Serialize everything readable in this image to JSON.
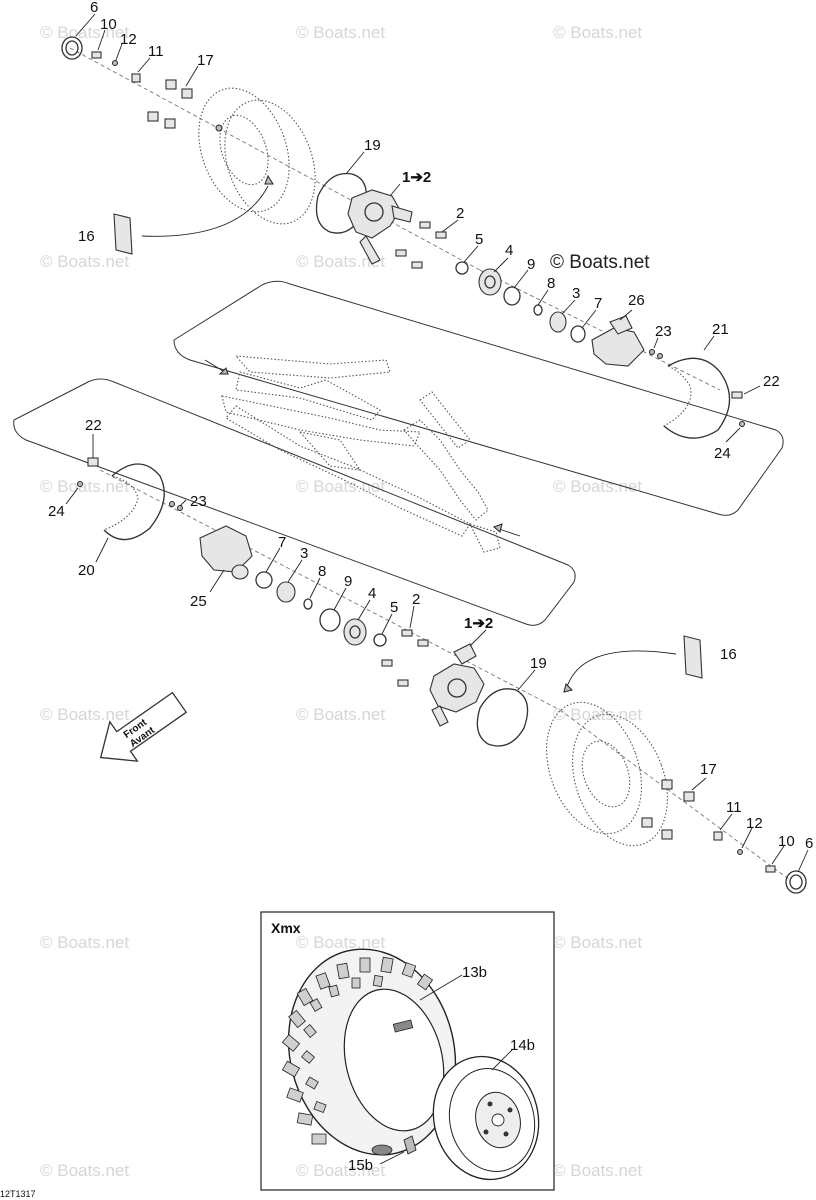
{
  "watermark": "© Boats.net",
  "watermark_main": "© Boats.net",
  "figure_code": "12T1317",
  "direction_arrow": {
    "line1": "Front",
    "line2": "Avant"
  },
  "inset": {
    "title": "Xmx"
  },
  "callouts": {
    "upper": {
      "c6": "6",
      "c10": "10",
      "c12": "12",
      "c11": "11",
      "c17": "17",
      "c19": "19",
      "c1_2": "1➔2",
      "c16": "16",
      "c2": "2",
      "c5": "5",
      "c4": "4",
      "c9": "9",
      "c8": "8",
      "c3": "3",
      "c7": "7",
      "c26": "26",
      "c23": "23",
      "c21": "21",
      "c22": "22",
      "c24": "24"
    },
    "lower": {
      "c22": "22",
      "c24": "24",
      "c23": "23",
      "c20": "20",
      "c7": "7",
      "c3": "3",
      "c8": "8",
      "c9": "9",
      "c4": "4",
      "c5": "5",
      "c2": "2",
      "c1_2": "1➔2",
      "c25": "25",
      "c19": "19",
      "c16": "16",
      "c17": "17",
      "c11": "11",
      "c12": "12",
      "c10": "10",
      "c6": "6"
    },
    "inset": {
      "c13b": "13b",
      "c14b": "14b",
      "c15b": "15b"
    }
  }
}
